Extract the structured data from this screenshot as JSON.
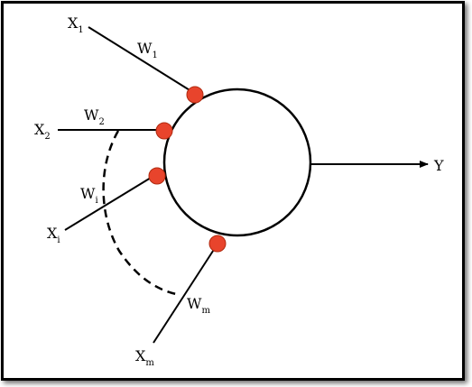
{
  "diagram": {
    "output_label": "Y",
    "inputs": [
      {
        "x_base": "X",
        "x_sub": "1",
        "w_base": "W",
        "w_sub": "1"
      },
      {
        "x_base": "X",
        "x_sub": "2",
        "w_base": "W",
        "w_sub": "2"
      },
      {
        "x_base": "X",
        "x_sub": "i",
        "w_base": "W",
        "w_sub": "i"
      },
      {
        "x_base": "X",
        "x_sub": "m",
        "w_base": "W",
        "w_sub": "m"
      }
    ],
    "colors": {
      "node": "#ffffff",
      "stroke": "#000000",
      "synapse": "#e8442c",
      "synapse_edge": "#b02a10"
    }
  }
}
